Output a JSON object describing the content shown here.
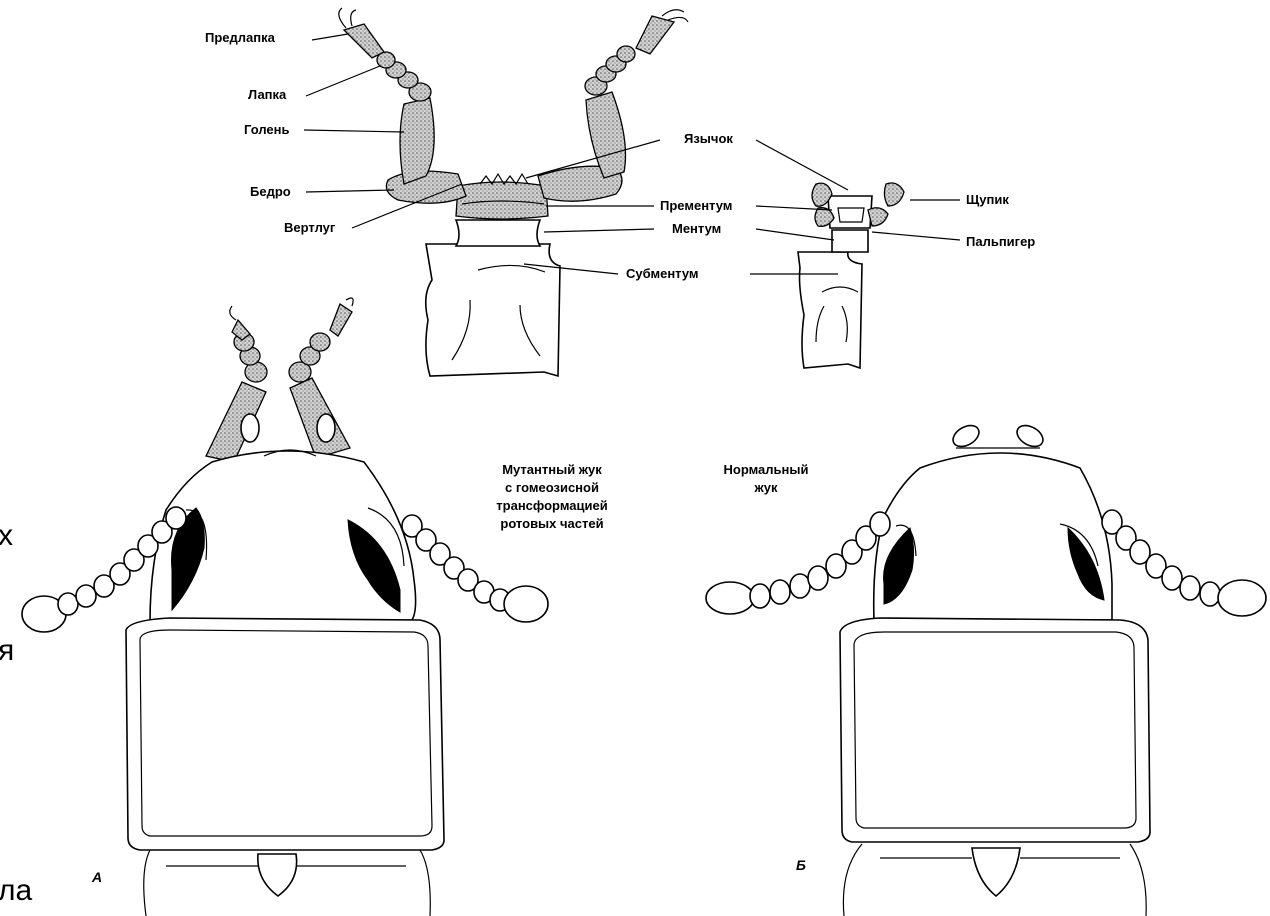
{
  "side_text": [
    "х",
    "я",
    "ла"
  ],
  "labels": {
    "predlapka": "Предлапка",
    "lapka": "Лапка",
    "golen": "Голень",
    "bedro": "Бедро",
    "vertlug": "Вертлуг",
    "yazychok": "Язычок",
    "prementum": "Прементум",
    "mentum": "Ментум",
    "submentum": "Субментум",
    "shchupik": "Щупик",
    "palpiger": "Пальпигер"
  },
  "captions": {
    "mutant": [
      "Мутантный жук",
      "с гомеозисной",
      "трансформацией",
      "ротовых частей"
    ],
    "normal": [
      "Нормальный",
      "жук"
    ]
  },
  "panel_tags": {
    "a": "А",
    "b": "Б"
  }
}
